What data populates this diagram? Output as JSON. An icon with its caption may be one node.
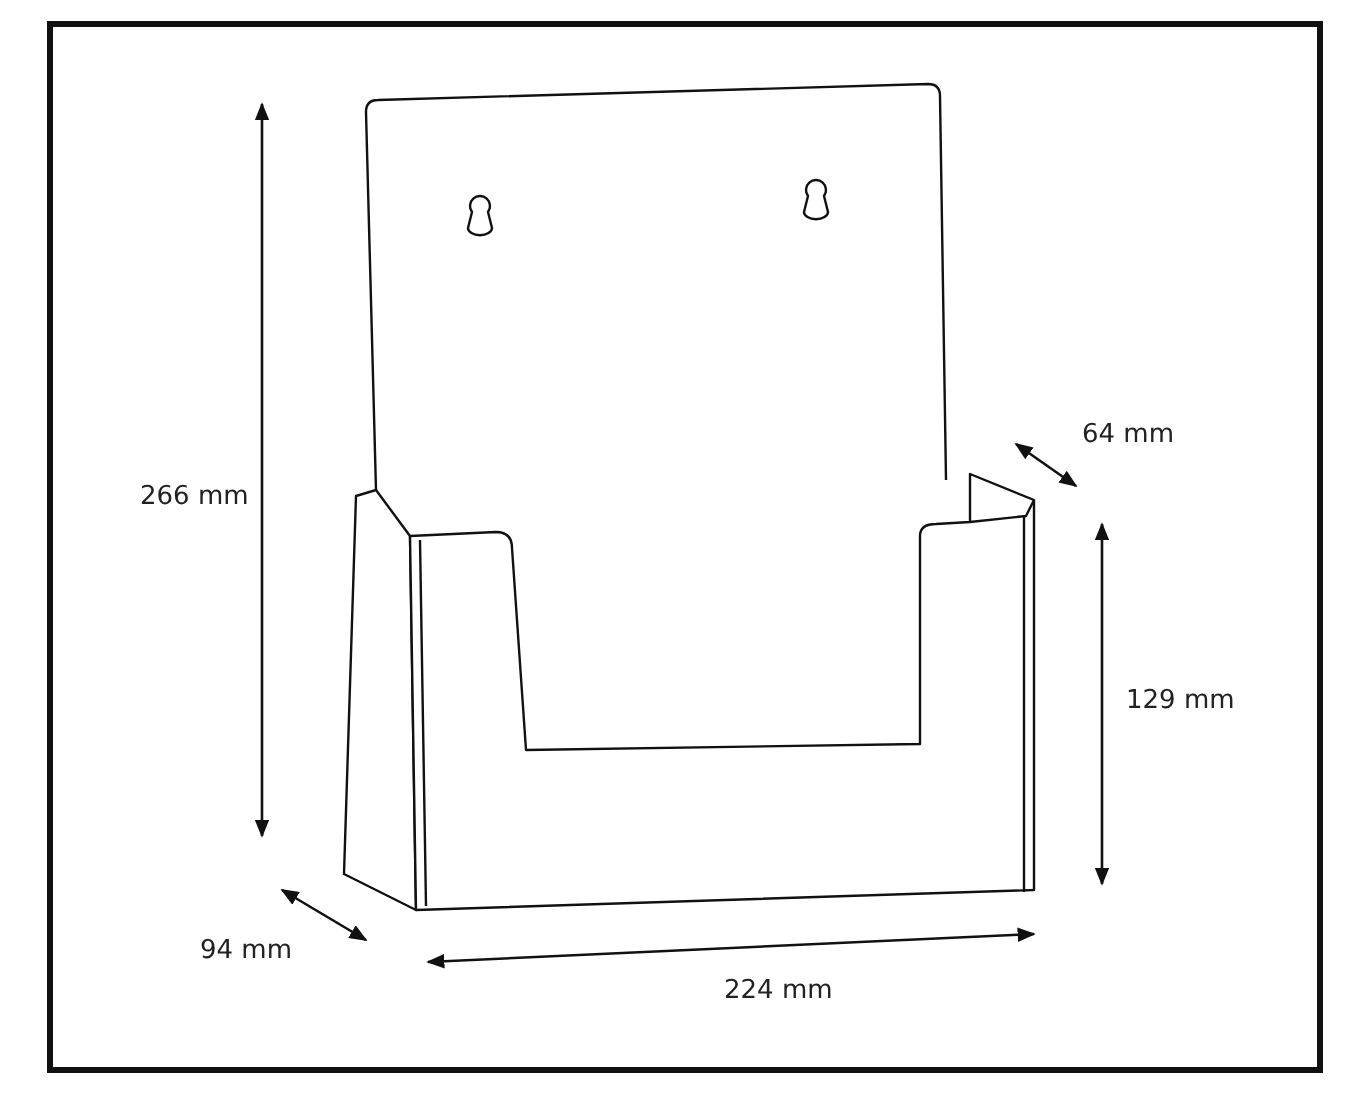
{
  "diagram": {
    "labels": [
      "266 mm",
      "64 mm",
      "129 mm",
      "94 mm",
      "224 mm"
    ]
  }
}
